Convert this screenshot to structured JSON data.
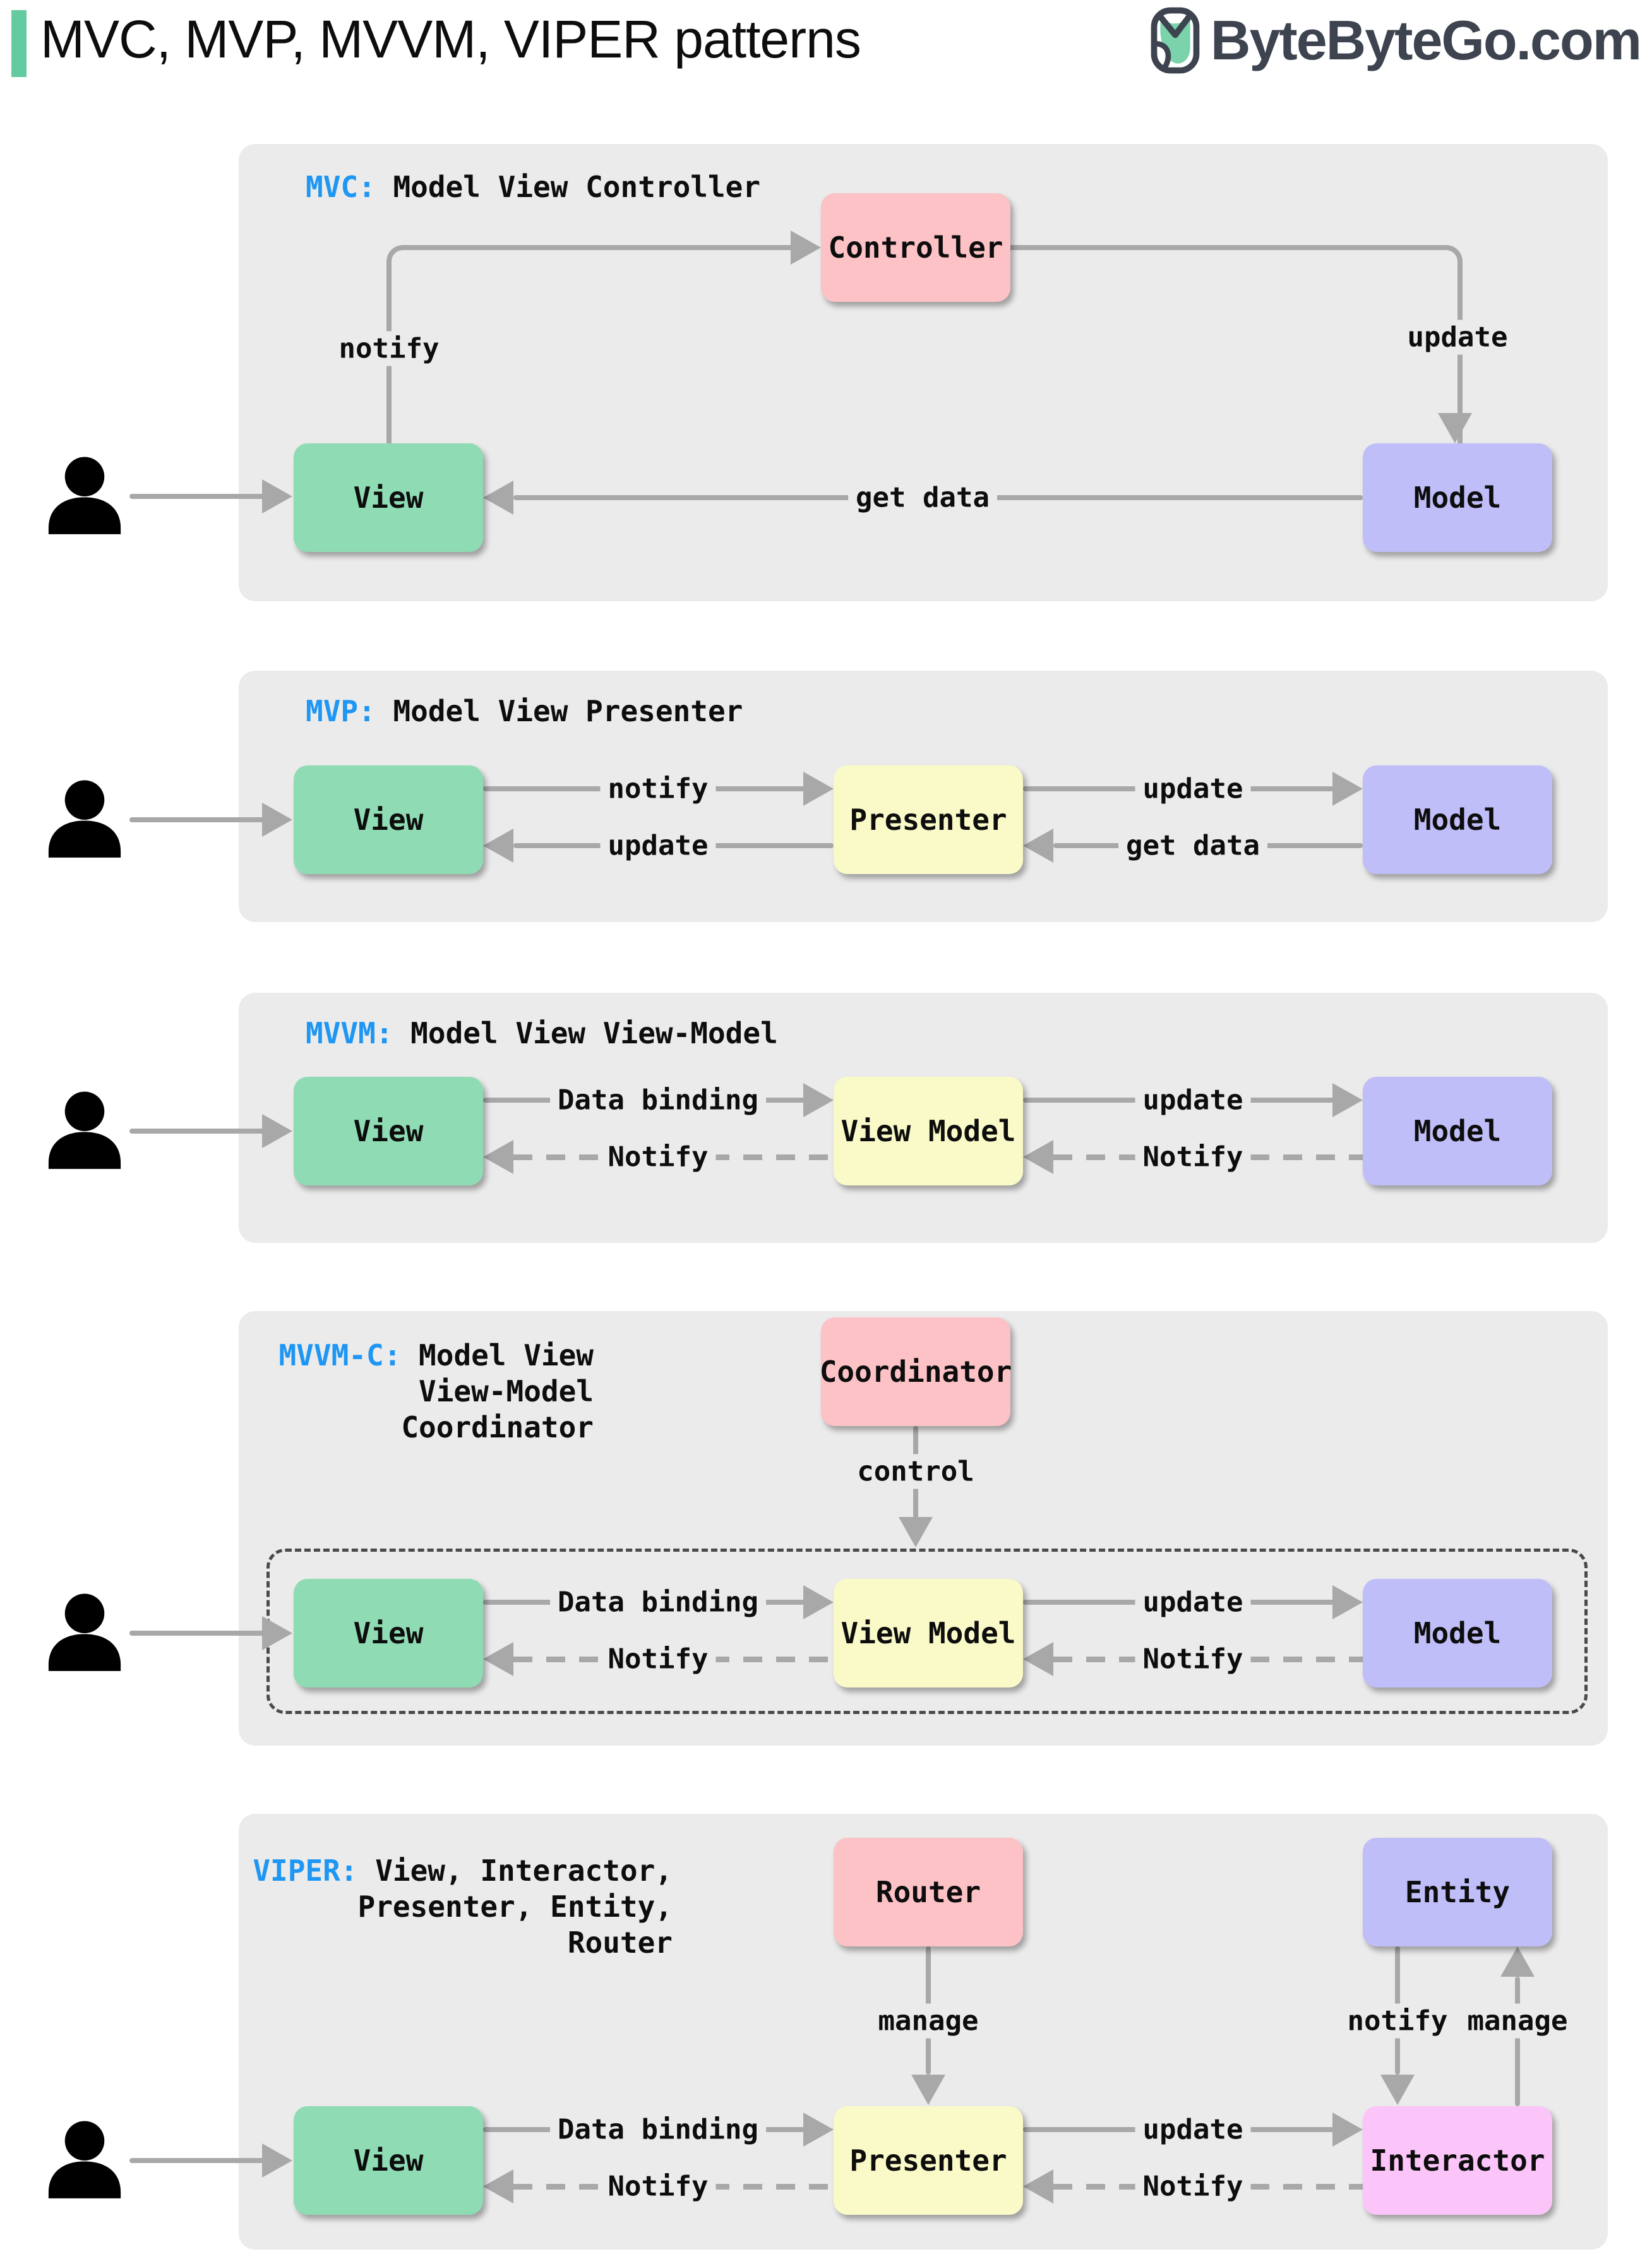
{
  "header": {
    "title": "MVC, MVP, MVVM, VIPER patterns",
    "brand": "ByteByteGo.com"
  },
  "colors": {
    "accent_green": "#64CBA0",
    "panel_bg": "#EBEBEB",
    "box_green": "#8FDCB4",
    "box_pink": "#FCC2C6",
    "box_purple": "#BFBEF8",
    "box_yellow": "#FAFAC8",
    "box_magenta": "#FCC5F9",
    "abbr_blue": "#1E96F3",
    "arrow_gray": "#A8A8A8",
    "brand_dark": "#3D4450"
  },
  "mvc": {
    "abbr": "MVC:",
    "name": " Model View Controller",
    "controller": "Controller",
    "view": "View",
    "model": "Model",
    "notify": "notify",
    "update": "update",
    "get_data": "get data"
  },
  "mvp": {
    "abbr": "MVP:",
    "name": " Model View Presenter",
    "view": "View",
    "presenter": "Presenter",
    "model": "Model",
    "notify": "notify",
    "update_to_model": "update",
    "update_to_view": "update",
    "get_data": "get data"
  },
  "mvvm": {
    "abbr": "MVVM:",
    "name": " Model View View-Model",
    "view": "View",
    "view_model": "View Model",
    "model": "Model",
    "data_binding": "Data binding",
    "update": "update",
    "notify_left": "Notify",
    "notify_right": "Notify"
  },
  "mvvmc": {
    "abbr": "MVVM-C:",
    "name_lines": [
      " Model View",
      "View-Model",
      "Coordinator"
    ],
    "coordinator": "Coordinator",
    "control": "control",
    "view": "View",
    "view_model": "View Model",
    "model": "Model",
    "data_binding": "Data binding",
    "update": "update",
    "notify_left": "Notify",
    "notify_right": "Notify"
  },
  "viper": {
    "abbr": "VIPER:",
    "name_lines": [
      " View, Interactor,",
      "Presenter, Entity,",
      "Router"
    ],
    "router": "Router",
    "entity": "Entity",
    "manage_router": "manage",
    "notify_entity": "notify",
    "manage_entity": "manage",
    "view": "View",
    "presenter": "Presenter",
    "interactor": "Interactor",
    "data_binding": "Data binding",
    "update": "update",
    "notify_left": "Notify",
    "notify_right": "Notify"
  }
}
